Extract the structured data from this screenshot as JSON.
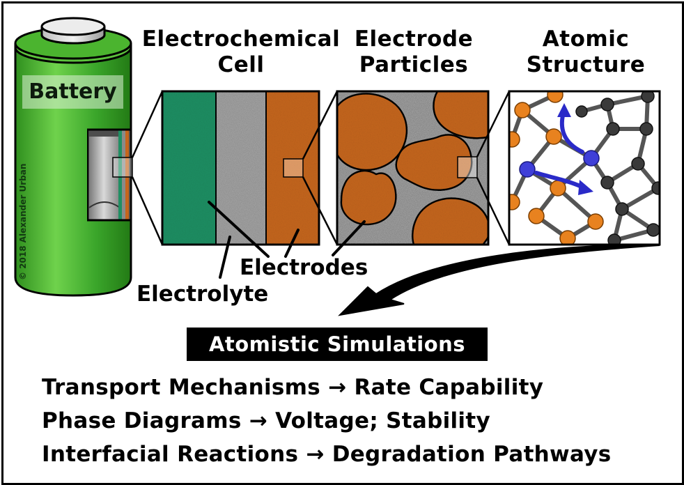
{
  "headings": {
    "battery": "Battery",
    "cell_line1": "Electrochemical",
    "cell_line2": "Cell",
    "particles_line1": "Electrode",
    "particles_line2": "Particles",
    "atomic_line1": "Atomic",
    "atomic_line2": "Structure"
  },
  "labels": {
    "electrodes": "Electrodes",
    "electrolyte": "Electrolyte"
  },
  "copyright": "© 2018 Alexander Urban",
  "simulations": {
    "title": "Atomistic Simulations",
    "items": [
      "Transport Mechanisms → Rate Capability",
      "Phase Diagrams → Voltage; Stability",
      "Interfacial Reactions → Degradation Pathways"
    ]
  },
  "colors": {
    "battery_green": "#3fae2c",
    "electrode_green": "#1f8f63",
    "electrode_orange": "#c5661c",
    "electrolyte_gray": "#8a8a8a",
    "atom_orange": "#e8821f",
    "atom_blue": "#3f3fd8",
    "atom_dark": "#3a3a3a",
    "arrow_blue": "#2a2ac8"
  }
}
